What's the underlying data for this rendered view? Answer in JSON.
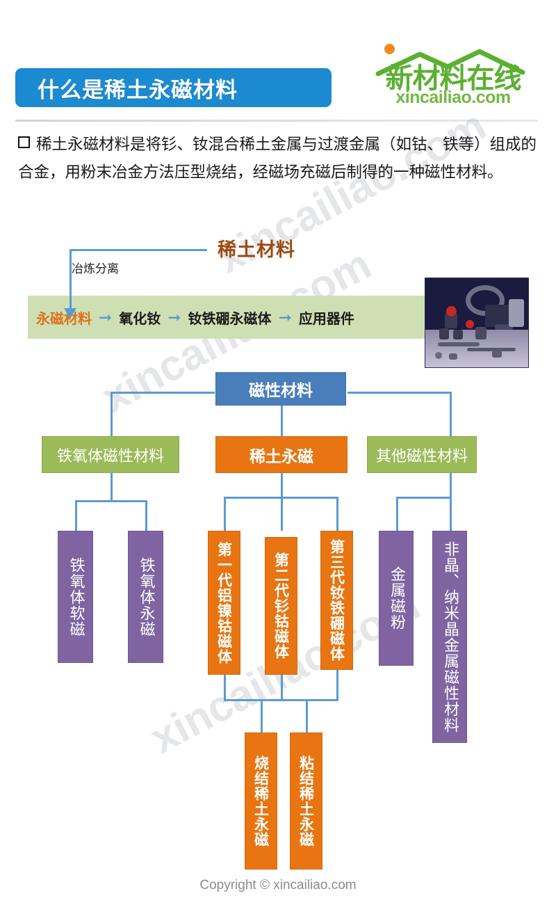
{
  "header": {
    "title": "什么是稀土永磁材料",
    "logo_cn": "新材料在线",
    "logo_en": "xincailiao.com"
  },
  "body": {
    "paragraph": "稀土永磁材料是将钐、钕混合稀土金属与过渡金属（如钴、铁等）组成的合金，用粉末冶金方法压型烧结，经磁场充磁后制得的一种磁性材料。"
  },
  "rare_earth_flow": {
    "heading": "稀土材料",
    "branch_label": "冶炼分离",
    "arrow_glyph": "➞",
    "steps": [
      "永磁材料",
      "氧化钕",
      "钕铁硼永磁体",
      "应用器件"
    ]
  },
  "tree": {
    "root": "磁性材料",
    "level2": [
      "铁氧体磁性材料",
      "稀土永磁",
      "其他磁性材料"
    ],
    "ferrite_children": [
      "铁氧体软磁",
      "铁氧体永磁"
    ],
    "rare_earth_children": [
      "第一代铝镍钴磁体",
      "第二代钐钴磁体",
      "第三代钕铁硼磁体"
    ],
    "rare_earth_grandchildren": [
      "烧结稀土永磁",
      "粘结稀土永磁"
    ],
    "other_children": [
      "金属磁粉",
      "非晶、纳米晶金属磁性材料"
    ]
  },
  "watermark": {
    "text": "xincailiao.com"
  },
  "footer": {
    "copyright": "Copyright © xincailiao.com"
  },
  "colors": {
    "title_bar": "#1b8ad1",
    "logo_green": "#5bb031",
    "logo_dot": "#f08a1d",
    "blue_node": "#4a7ebb",
    "green_node": "#9bbb59",
    "orange_node": "#e87511",
    "purple_node": "#8064a2",
    "connector": "#5b9bd1",
    "band_green": "#cfdfb4",
    "heading_brown": "#9c4a12"
  }
}
